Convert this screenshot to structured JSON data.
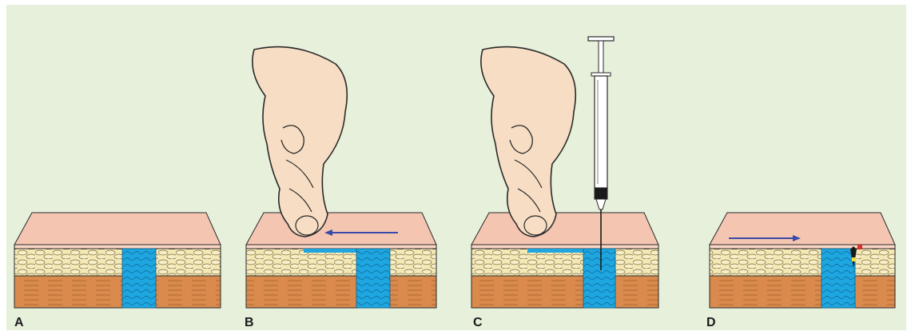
{
  "panels": [
    {
      "label": "A",
      "hand": false,
      "syringe": false,
      "arrow": "none",
      "plug": false
    },
    {
      "label": "B",
      "hand": true,
      "syringe": false,
      "arrow": "left",
      "plug": false
    },
    {
      "label": "C",
      "hand": true,
      "syringe": true,
      "arrow": "none",
      "plug": false
    },
    {
      "label": "D",
      "hand": false,
      "syringe": false,
      "arrow": "right",
      "plug": true
    }
  ],
  "colors": {
    "background": "#e7f0db",
    "skin_surface": "#f4c6b2",
    "fat_layer": "#f3e8b6",
    "muscle_layer": "#d98a4c",
    "injection_blue": "#1ea6e0",
    "arrow": "#3b4aa8",
    "hand": "#f7ddc3",
    "outline": "#2a2a2a"
  }
}
